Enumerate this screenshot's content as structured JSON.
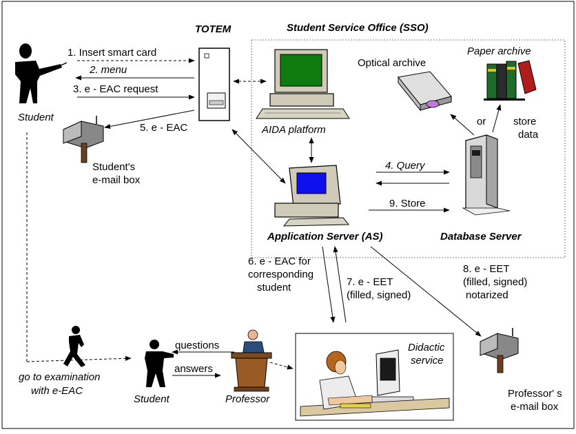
{
  "colors": {
    "border": "#000000",
    "sso_border": "#7a7a7a",
    "screen_green": "#0f7a0f",
    "screen_blue": "#1010ee",
    "monitor_beige": "#cfcbb8",
    "totem_fill": "#ffffff",
    "person_black": "#000000"
  },
  "headings": {
    "totem": "TOTEM",
    "sso": "Student Service Office (SSO)"
  },
  "nodes": {
    "student": "Student",
    "students_mailbox_line1": "Student's",
    "students_mailbox_line2": "e-mail box",
    "aida": "AIDA platform",
    "optical_archive": "Optical archive",
    "paper_archive": "Paper archive",
    "or": "or",
    "store_data_line1": "store",
    "store_data_line2": "data",
    "app_server": "Application Server (AS)",
    "db_server": "Database Server",
    "student2": "Student",
    "professor": "Professor",
    "didactic_line1": "Didactic",
    "didactic_line2": "service",
    "prof_mailbox_line1": "Professor' s",
    "prof_mailbox_line2": "e-mail box",
    "go_exam_line1": "go to examination",
    "go_exam_line2": "with e-EAC"
  },
  "flows": {
    "step1": "1. Insert smart card",
    "step2": "2. menu",
    "step3": "3. e - EAC request",
    "step4": "4. Query",
    "step5": "5. e - EAC",
    "step6_line1": "6. e - EAC for",
    "step6_line2": "corresponding",
    "step6_line3": "student",
    "step7_line1": "7. e - EET",
    "step7_line2": "(filled, signed)",
    "step8_line1": "8. e - EET",
    "step8_line2": "(filled, signed)",
    "step8_line3": "notarized",
    "step9": "9. Store",
    "questions": "questions",
    "answers": "answers"
  }
}
